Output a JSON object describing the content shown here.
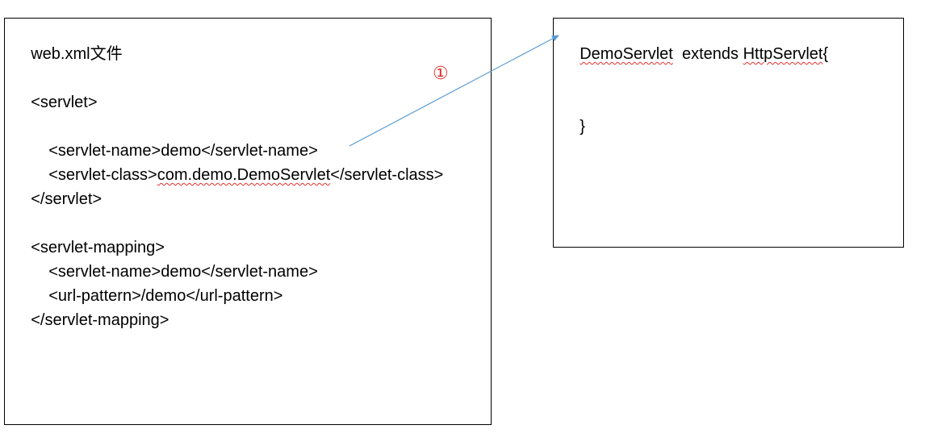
{
  "web_xml_box": {
    "title": "web.xml文件",
    "servlet_open": "<servlet>",
    "servlet_name_open": "<servlet-name>",
    "servlet_name_value": "demo",
    "servlet_name_close": "</servlet-name>",
    "servlet_class_open": "<servlet-class>",
    "servlet_class_value": "com.demo.DemoServlet",
    "servlet_class_close": "</servlet-class>",
    "servlet_close": "</servlet>",
    "mapping_open": "<servlet-mapping>",
    "mapping_name_open": "<servlet-name>",
    "mapping_name_value": "demo",
    "mapping_name_close": "</servlet-name>",
    "url_pattern_open": "<url-pattern>",
    "url_pattern_value": "/demo",
    "url_pattern_close": "</url-pattern>",
    "mapping_close": "</servlet-mapping>"
  },
  "class_box": {
    "class_name": "DemoServlet",
    "extends_keyword": "  extends ",
    "parent_class": "HttpServlet",
    "open_brace": "{",
    "close_brace": "}"
  },
  "connector": {
    "step_label": "①",
    "line_color": "#5b9bd5",
    "label_color": "#e0312b"
  }
}
